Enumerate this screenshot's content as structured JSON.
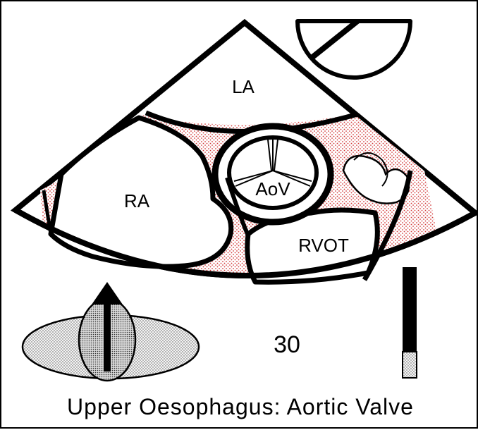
{
  "labels": {
    "la": "LA",
    "ra": "RA",
    "aov": "AoV",
    "rvot": "RVOT",
    "angle": "30",
    "caption": "Upper Oesophagus: Aortic Valve"
  },
  "colors": {
    "stroke": "#000000",
    "tissue_dot": "#d33a3a",
    "tissue_bg": "#ffffff",
    "body_fill": "#f4f4f4",
    "scale_light": "#e8e8e8"
  },
  "icons": {
    "plane_indicator": "semicircle-angle-icon",
    "transducer": "oesophagus-probe-icon",
    "depth_bar": "depth-scale-icon"
  }
}
